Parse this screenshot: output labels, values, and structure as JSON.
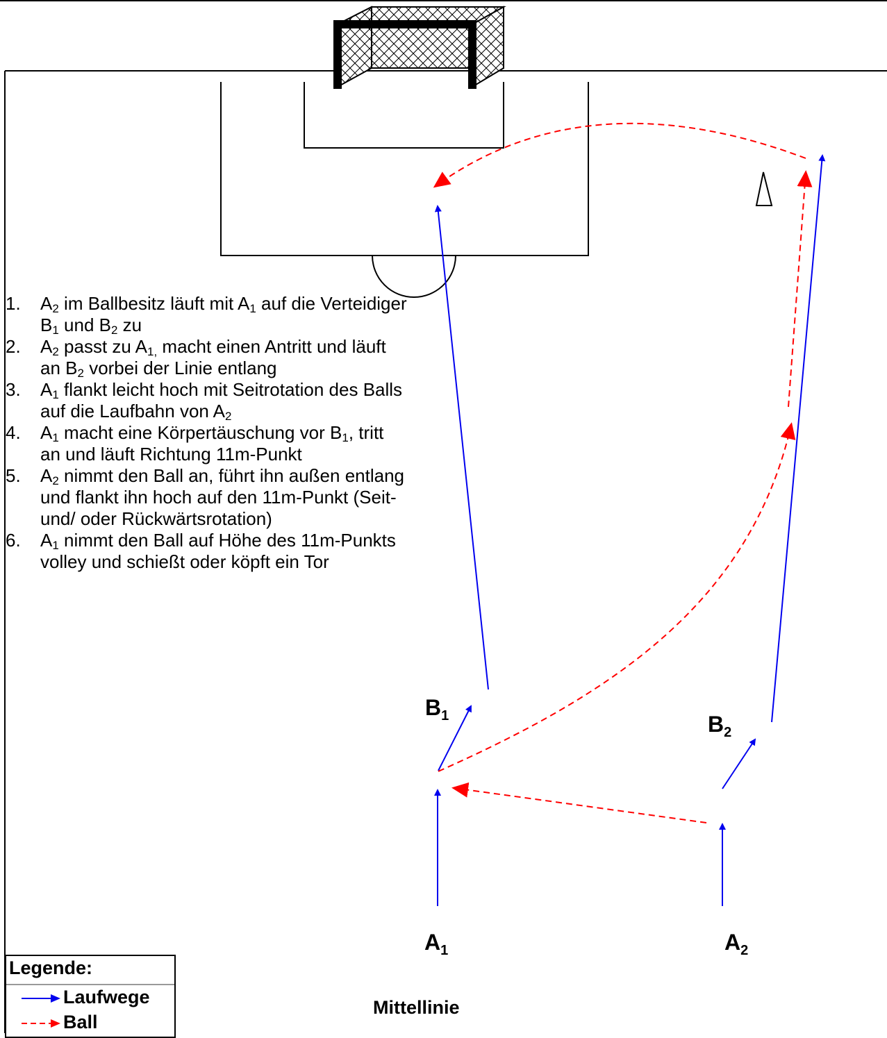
{
  "steps": [
    {
      "num": "1.",
      "parts": [
        "A",
        "2",
        " im Ballbesitz läuft mit A",
        "1",
        "  auf die Verteidiger B",
        "1",
        " und B",
        "2",
        " zu"
      ]
    },
    {
      "num": "2.",
      "parts": [
        "A",
        "2",
        " passt zu A",
        "1,",
        " macht einen Antritt und läuft an B",
        "2",
        " vorbei der Linie entlang"
      ]
    },
    {
      "num": "3.",
      "parts": [
        "A",
        "1",
        " flankt leicht hoch mit Seitrotation des Balls auf die Laufbahn von A",
        "2",
        ""
      ]
    },
    {
      "num": "4.",
      "parts": [
        "A",
        "1",
        " macht eine Körpertäuschung vor B",
        "1",
        ", tritt an und läuft Richtung 11m-Punkt"
      ]
    },
    {
      "num": "5.",
      "parts": [
        "A",
        "2",
        " nimmt den Ball an, führt ihn außen entlang und flankt ihn hoch auf den 11m-Punkt (Seit-  und/ oder Rückwärtsrotation)"
      ]
    },
    {
      "num": "6.",
      "parts": [
        "A",
        "1",
        " nimmt den Ball auf Höhe des 11m-Punkts volley und schießt oder köpft ein Tor"
      ]
    }
  ],
  "players": {
    "b1": {
      "letter": "B",
      "index": "1"
    },
    "b2": {
      "letter": "B",
      "index": "2"
    },
    "a1": {
      "letter": "A",
      "index": "1"
    },
    "a2": {
      "letter": "A",
      "index": "2"
    }
  },
  "legend": {
    "title": "Legende:",
    "run_label": "Laufwege",
    "ball_label": "Ball",
    "run_color": "#0000ee",
    "ball_color": "#ff0000"
  },
  "midline_label": "Mittellinie"
}
